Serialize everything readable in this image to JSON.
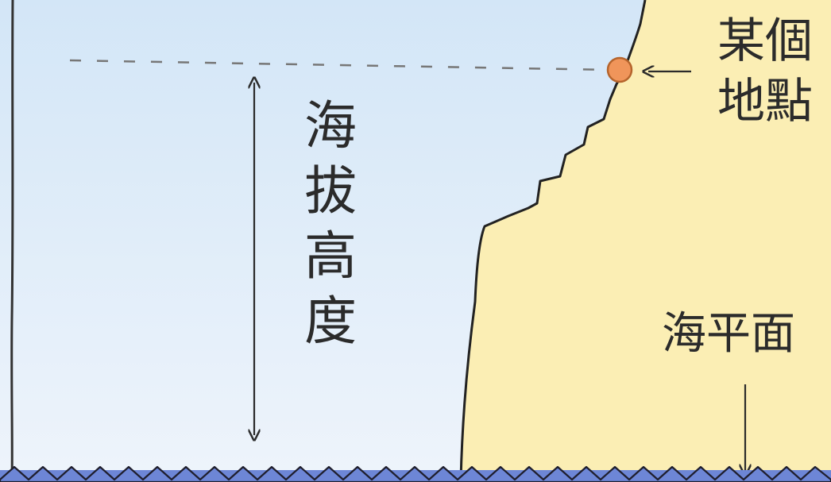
{
  "labels": {
    "altitude": "海拔高度",
    "place": "某個地點",
    "sea_level": "海平面"
  },
  "colors": {
    "sky_top": "#d3e6f7",
    "sky_bottom": "#eef4fb",
    "land": "#fbeeb4",
    "water": "#6d86d6",
    "point": "#f0955a",
    "ink": "#2b2b2b"
  }
}
